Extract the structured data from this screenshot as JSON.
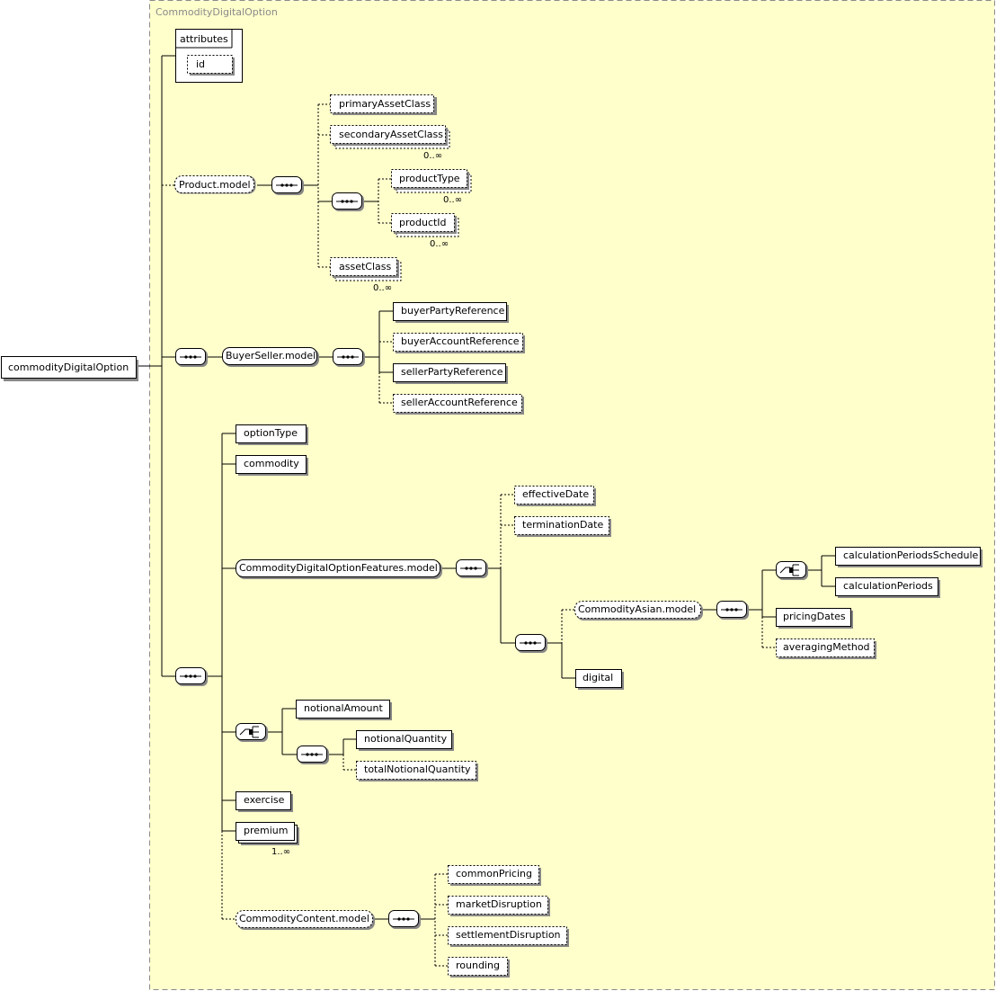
{
  "diagram": {
    "group_title": "CommodityDigitalOption",
    "root": "commodityDigitalOption",
    "attributes_label": "attributes",
    "attribute_id": "id",
    "product_model": "Product.model",
    "primary_asset_class": "primaryAssetClass",
    "secondary_asset_class": "secondaryAssetClass",
    "card_secondary": "0..∞",
    "product_type": "productType",
    "card_product_type": "0..∞",
    "product_id": "productId",
    "card_product_id": "0..∞",
    "asset_class": "assetClass",
    "card_asset_class": "0..∞",
    "buyer_seller_model": "BuyerSeller.model",
    "buyer_party_reference": "buyerPartyReference",
    "buyer_account_reference": "buyerAccountReference",
    "seller_party_reference": "sellerPartyReference",
    "seller_account_reference": "sellerAccountReference",
    "option_type": "optionType",
    "commodity": "commodity",
    "features_model": "CommodityDigitalOptionFeatures.model",
    "effective_date": "effectiveDate",
    "termination_date": "terminationDate",
    "asian_model": "CommodityAsian.model",
    "calc_periods_schedule": "calculationPeriodsSchedule",
    "calc_periods": "calculationPeriods",
    "pricing_dates": "pricingDates",
    "averaging_method": "averagingMethod",
    "digital": "digital",
    "notional_amount": "notionalAmount",
    "notional_quantity": "notionalQuantity",
    "total_notional_quantity": "totalNotionalQuantity",
    "exercise": "exercise",
    "premium": "premium",
    "card_premium": "1..∞",
    "content_model": "CommodityContent.model",
    "common_pricing": "commonPricing",
    "market_disruption": "marketDisruption",
    "settlement_disruption": "settlementDisruption",
    "rounding": "rounding"
  }
}
